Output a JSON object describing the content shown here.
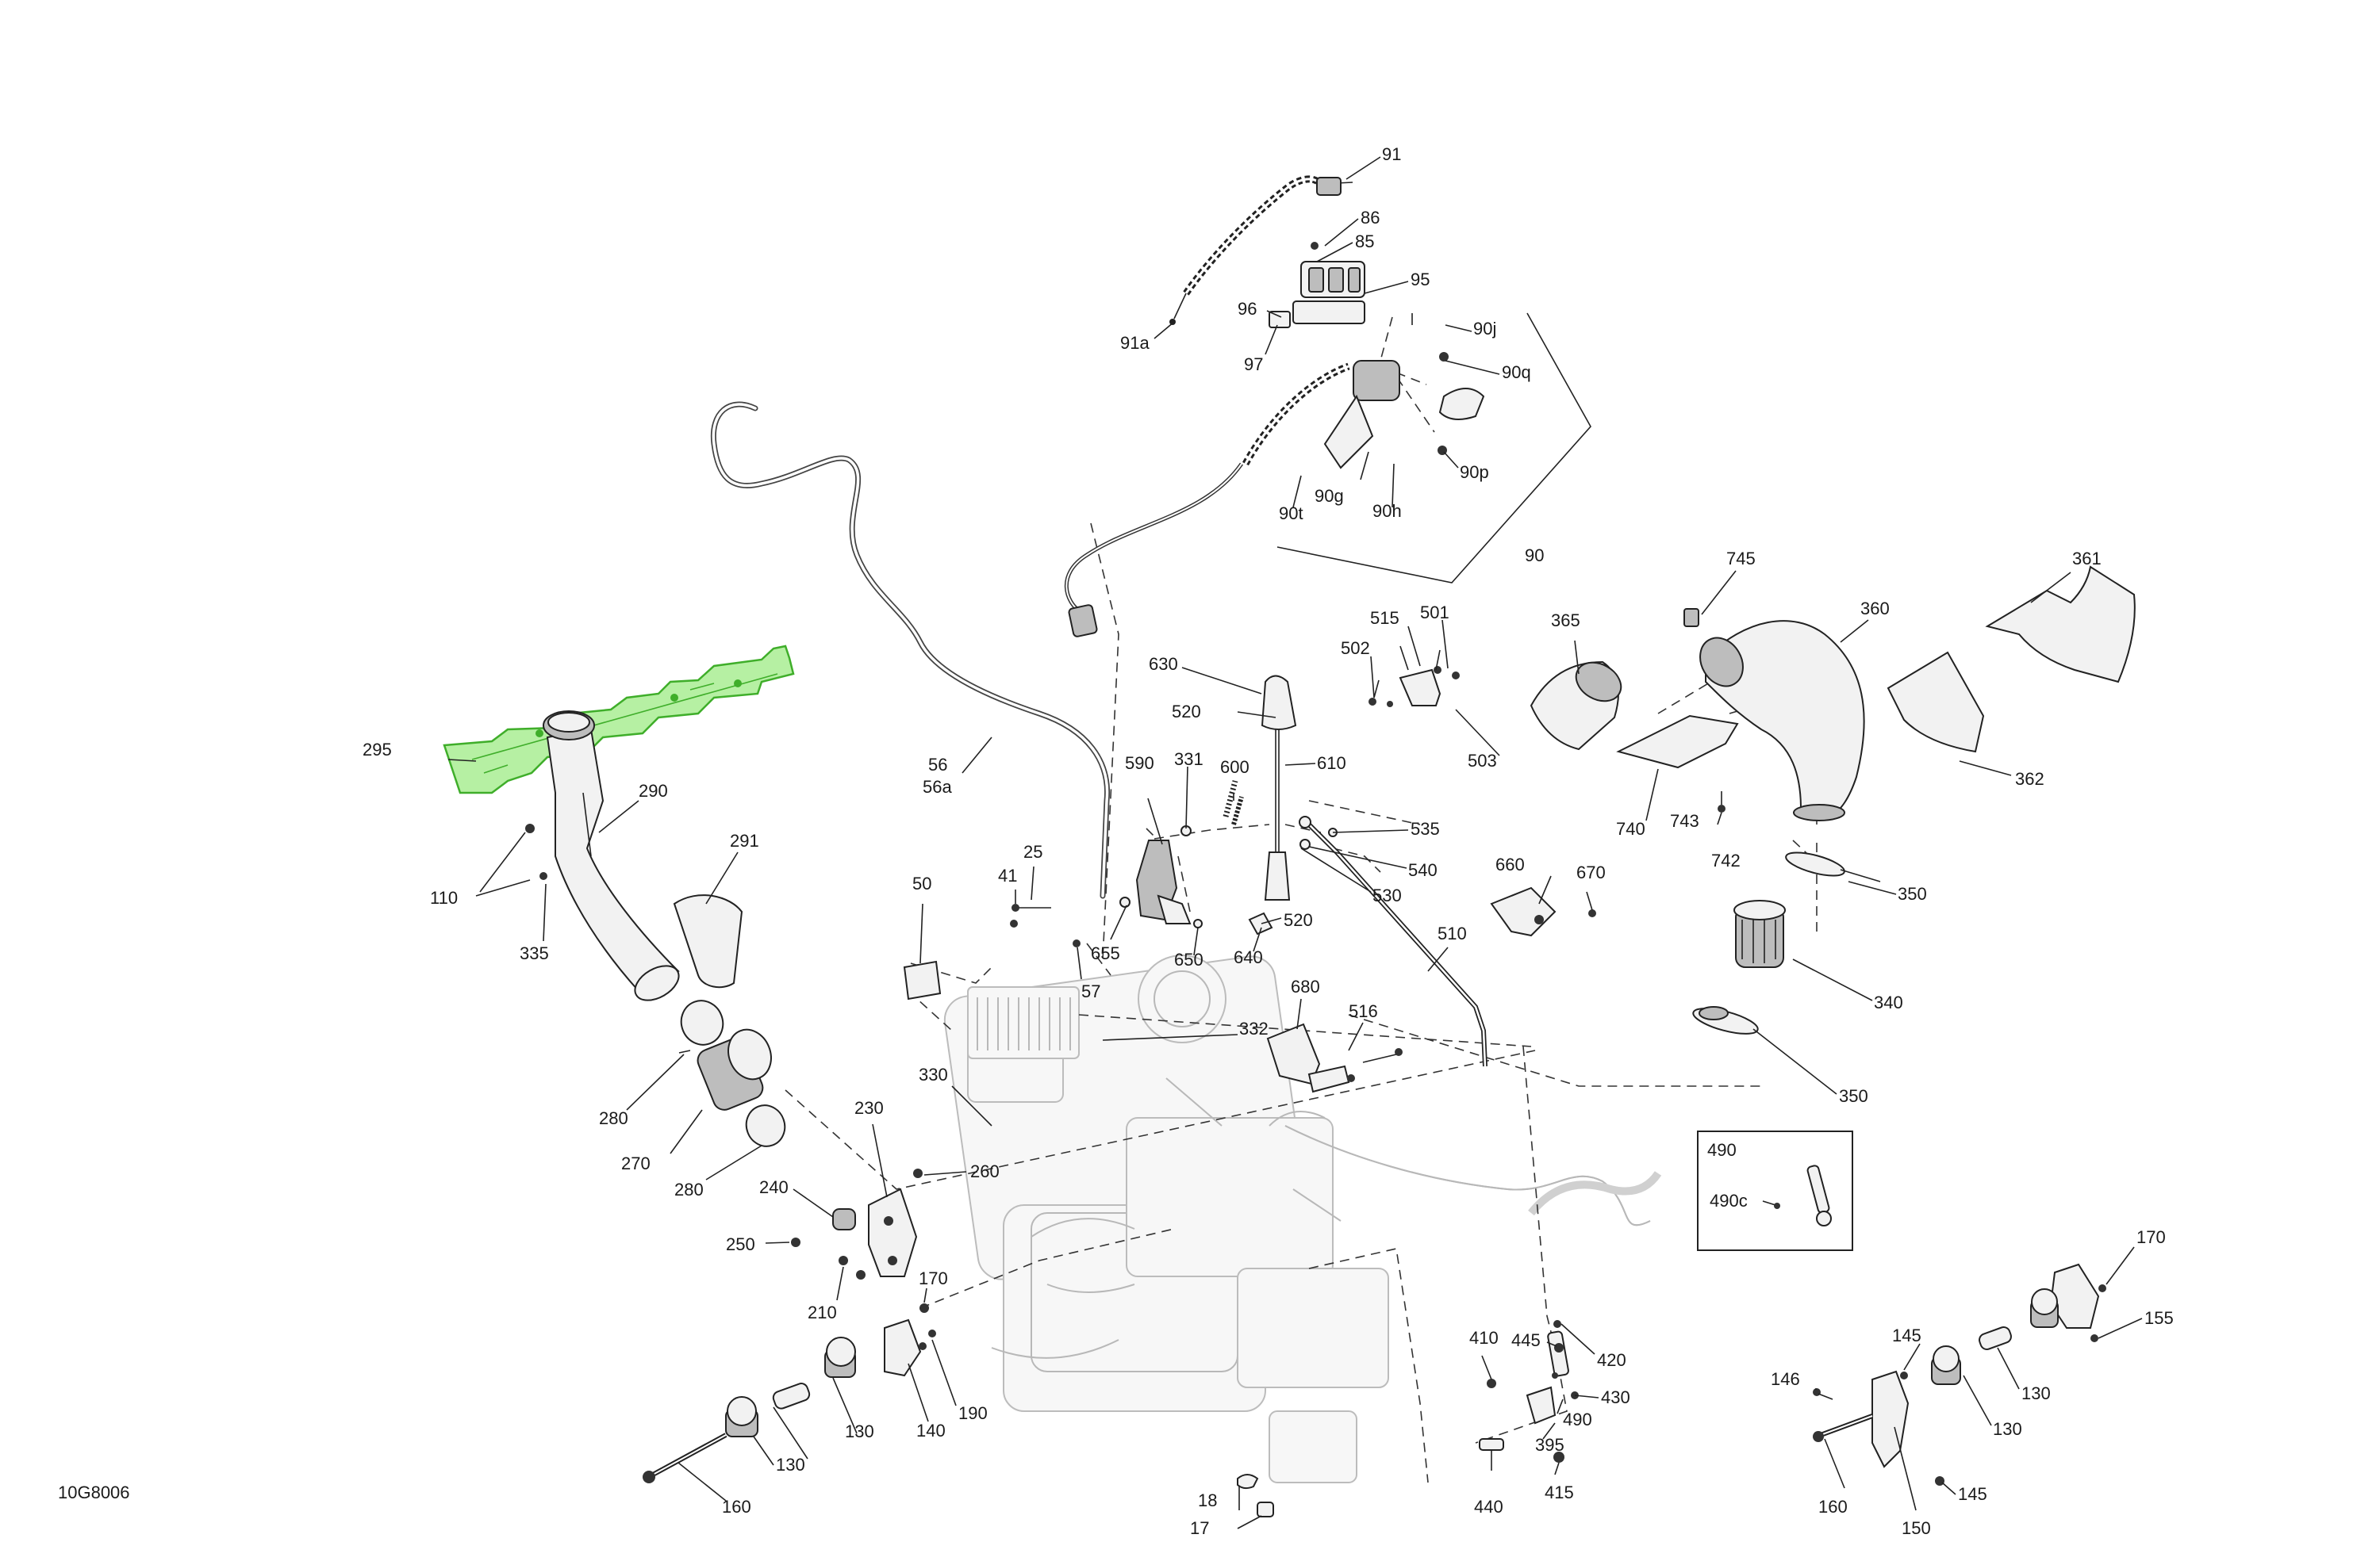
{
  "drawing_code": "10G8006",
  "colors": {
    "highlight_fill": "#b6f0a3",
    "highlight_stroke": "#3fae2a"
  },
  "callouts": [
    {
      "id": "c91",
      "text": "91"
    },
    {
      "id": "c86",
      "text": "86"
    },
    {
      "id": "c85",
      "text": "85"
    },
    {
      "id": "c95",
      "text": "95"
    },
    {
      "id": "c96",
      "text": "96"
    },
    {
      "id": "c91a",
      "text": "91a"
    },
    {
      "id": "c97",
      "text": "97"
    },
    {
      "id": "c90j",
      "text": "90j"
    },
    {
      "id": "c90q",
      "text": "90q"
    },
    {
      "id": "c90p",
      "text": "90p"
    },
    {
      "id": "c90g",
      "text": "90g"
    },
    {
      "id": "c90h",
      "text": "90h"
    },
    {
      "id": "c90t",
      "text": "90t"
    },
    {
      "id": "c90",
      "text": "90"
    },
    {
      "id": "c745",
      "text": "745"
    },
    {
      "id": "c361",
      "text": "361"
    },
    {
      "id": "c360",
      "text": "360"
    },
    {
      "id": "c365",
      "text": "365"
    },
    {
      "id": "c362",
      "text": "362"
    },
    {
      "id": "c740",
      "text": "740"
    },
    {
      "id": "c743",
      "text": "743"
    },
    {
      "id": "c742",
      "text": "742"
    },
    {
      "id": "c350a",
      "text": "350"
    },
    {
      "id": "c340",
      "text": "340"
    },
    {
      "id": "c350b",
      "text": "350"
    },
    {
      "id": "c515",
      "text": "515"
    },
    {
      "id": "c501",
      "text": "501"
    },
    {
      "id": "c502",
      "text": "502"
    },
    {
      "id": "c503",
      "text": "503"
    },
    {
      "id": "c630",
      "text": "630"
    },
    {
      "id": "c520a",
      "text": "520"
    },
    {
      "id": "c610",
      "text": "610"
    },
    {
      "id": "c590",
      "text": "590"
    },
    {
      "id": "c331",
      "text": "331"
    },
    {
      "id": "c600",
      "text": "600"
    },
    {
      "id": "c535",
      "text": "535"
    },
    {
      "id": "c540",
      "text": "540"
    },
    {
      "id": "c530",
      "text": "530"
    },
    {
      "id": "c520b",
      "text": "520"
    },
    {
      "id": "c640",
      "text": "640"
    },
    {
      "id": "c650",
      "text": "650"
    },
    {
      "id": "c655",
      "text": "655"
    },
    {
      "id": "c56",
      "text": "56"
    },
    {
      "id": "c56a",
      "text": "56a"
    },
    {
      "id": "c25",
      "text": "25"
    },
    {
      "id": "c41",
      "text": "41"
    },
    {
      "id": "c57",
      "text": "57"
    },
    {
      "id": "c50",
      "text": "50"
    },
    {
      "id": "c660",
      "text": "660"
    },
    {
      "id": "c670",
      "text": "670"
    },
    {
      "id": "c510",
      "text": "510"
    },
    {
      "id": "c680",
      "text": "680"
    },
    {
      "id": "c516",
      "text": "516"
    },
    {
      "id": "c332",
      "text": "332"
    },
    {
      "id": "c330",
      "text": "330"
    },
    {
      "id": "c295",
      "text": "295"
    },
    {
      "id": "c290",
      "text": "290"
    },
    {
      "id": "c291",
      "text": "291"
    },
    {
      "id": "c110",
      "text": "110"
    },
    {
      "id": "c335",
      "text": "335"
    },
    {
      "id": "c280a",
      "text": "280"
    },
    {
      "id": "c270",
      "text": "270"
    },
    {
      "id": "c280b",
      "text": "280"
    },
    {
      "id": "c230",
      "text": "230"
    },
    {
      "id": "c260",
      "text": "260"
    },
    {
      "id": "c240",
      "text": "240"
    },
    {
      "id": "c250",
      "text": "250"
    },
    {
      "id": "c210",
      "text": "210"
    },
    {
      "id": "c170a",
      "text": "170"
    },
    {
      "id": "c190",
      "text": "190"
    },
    {
      "id": "c140",
      "text": "140"
    },
    {
      "id": "c130a",
      "text": "130"
    },
    {
      "id": "c130b",
      "text": "130"
    },
    {
      "id": "c160a",
      "text": "160"
    },
    {
      "id": "c18",
      "text": "18"
    },
    {
      "id": "c17",
      "text": "17"
    },
    {
      "id": "c410",
      "text": "410"
    },
    {
      "id": "c445",
      "text": "445"
    },
    {
      "id": "c420",
      "text": "420"
    },
    {
      "id": "c430",
      "text": "430"
    },
    {
      "id": "c490b",
      "text": "490"
    },
    {
      "id": "c395",
      "text": "395"
    },
    {
      "id": "c440",
      "text": "440"
    },
    {
      "id": "c415",
      "text": "415"
    },
    {
      "id": "c170b",
      "text": "170"
    },
    {
      "id": "c155",
      "text": "155"
    },
    {
      "id": "c145a",
      "text": "145"
    },
    {
      "id": "c146",
      "text": "146"
    },
    {
      "id": "c130c",
      "text": "130"
    },
    {
      "id": "c130d",
      "text": "130"
    },
    {
      "id": "c160b",
      "text": "160"
    },
    {
      "id": "c150",
      "text": "150"
    },
    {
      "id": "c145b",
      "text": "145"
    }
  ],
  "inset": {
    "title": "490",
    "item": "490c"
  }
}
